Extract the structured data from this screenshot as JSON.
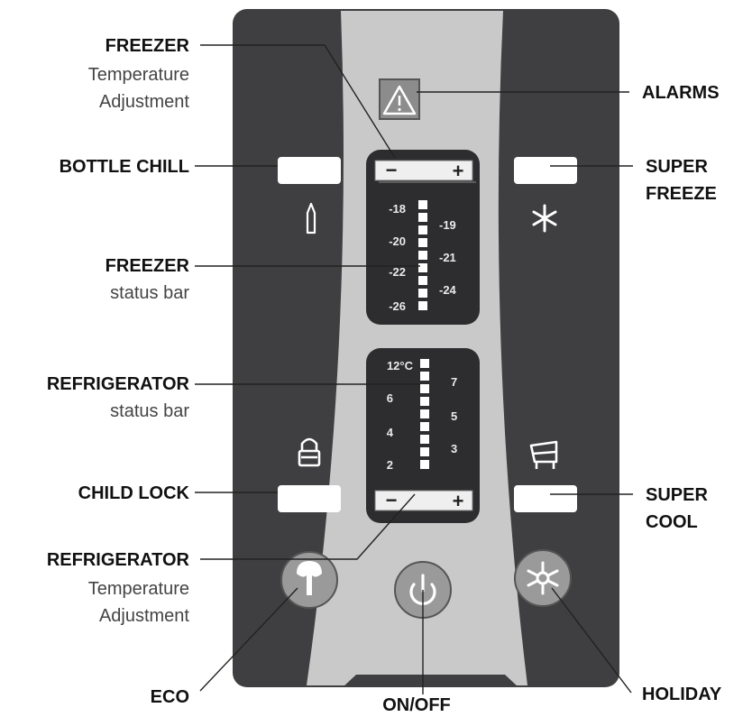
{
  "labels": {
    "freezer_temp": {
      "title": "FREEZER",
      "line2": "Temperature",
      "line3": "Adjustment"
    },
    "bottle_chill": {
      "title": "BOTTLE CHILL"
    },
    "freezer_status": {
      "title": "FREEZER",
      "line2": "status bar"
    },
    "refrigerator_status": {
      "title": "REFRIGERATOR",
      "line2": "status bar"
    },
    "child_lock": {
      "title": "CHILD LOCK"
    },
    "refrigerator_temp": {
      "title": "REFRIGERATOR",
      "line2": "Temperature",
      "line3": "Adjustment"
    },
    "eco": {
      "title": "ECO"
    },
    "on_off": {
      "title": "ON/OFF"
    },
    "alarms": {
      "title": "ALARMS"
    },
    "super_freeze": {
      "line1": "SUPER",
      "line2": "FREEZE"
    },
    "super_cool": {
      "line1": "SUPER",
      "line2": "COOL"
    },
    "holiday": {
      "title": "HOLIDAY"
    }
  },
  "freezer_scale": {
    "left": [
      "-18",
      "-20",
      "-22",
      "-26"
    ],
    "right": [
      "-19",
      "-21",
      "-24"
    ]
  },
  "fridge_scale": {
    "left": [
      "12°C",
      "6",
      "4",
      "2"
    ],
    "right": [
      "7",
      "5",
      "3"
    ]
  },
  "adjust": {
    "minus": "−",
    "plus": "+"
  },
  "colors": {
    "panel": "#3f3f41",
    "center_strip": "#c9c9c9",
    "display": "#2d2d2f",
    "button": "#ffffff",
    "round_button": "#9a9a9a"
  }
}
